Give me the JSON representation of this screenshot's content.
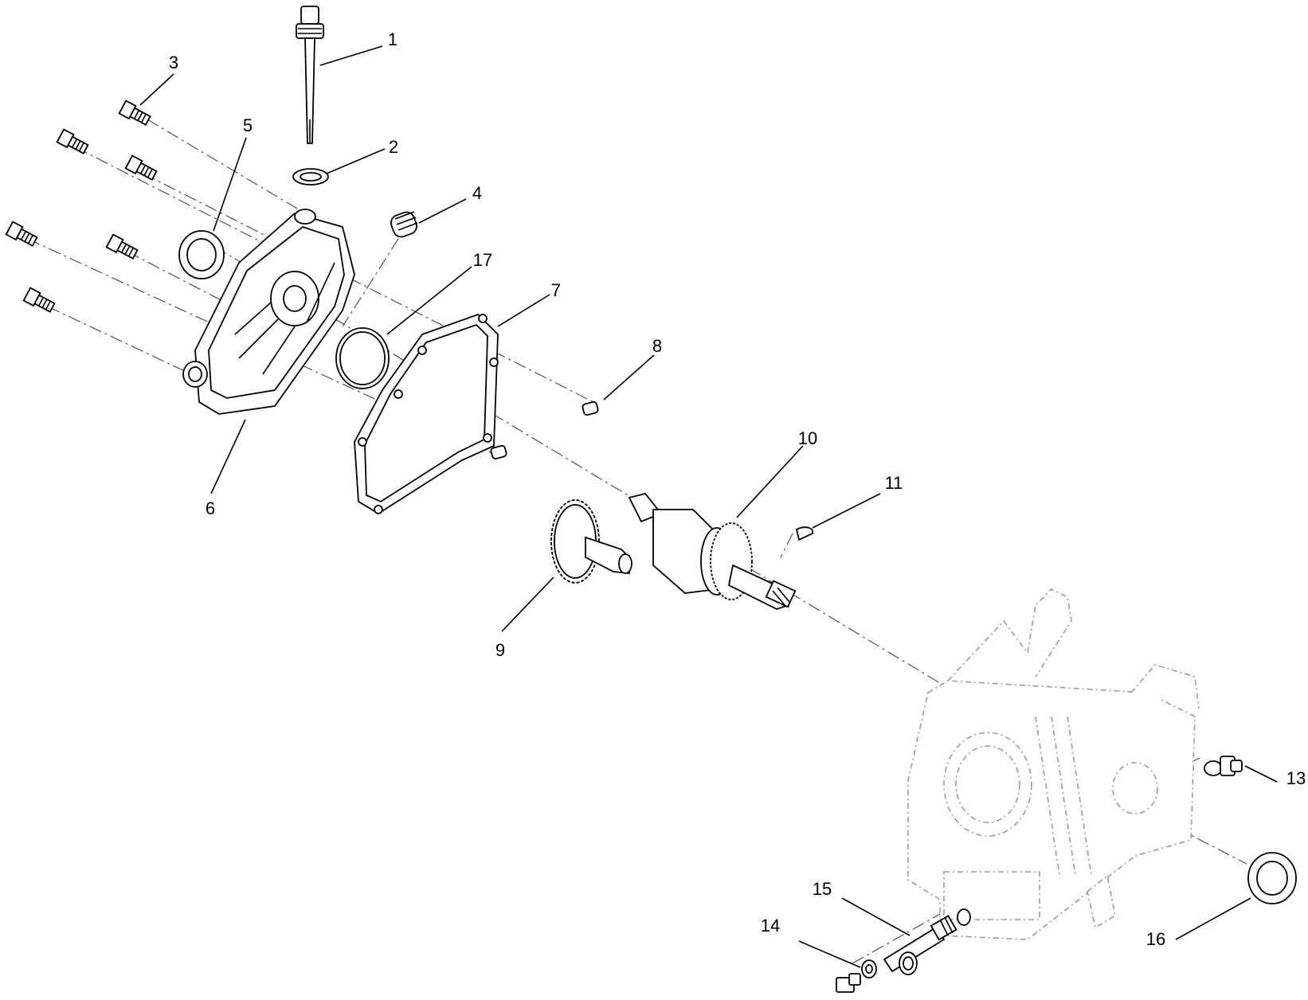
{
  "callouts": [
    {
      "id": "1",
      "text": "1"
    },
    {
      "id": "2",
      "text": "2"
    },
    {
      "id": "3",
      "text": "3"
    },
    {
      "id": "4",
      "text": "4"
    },
    {
      "id": "5",
      "text": "5"
    },
    {
      "id": "6",
      "text": "6"
    },
    {
      "id": "7",
      "text": "7"
    },
    {
      "id": "8",
      "text": "8"
    },
    {
      "id": "9",
      "text": "9"
    },
    {
      "id": "10",
      "text": "10"
    },
    {
      "id": "11",
      "text": "11"
    },
    {
      "id": "13",
      "text": "13"
    },
    {
      "id": "14",
      "text": "14"
    },
    {
      "id": "15",
      "text": "15"
    },
    {
      "id": "16",
      "text": "16"
    },
    {
      "id": "17",
      "text": "17"
    }
  ]
}
